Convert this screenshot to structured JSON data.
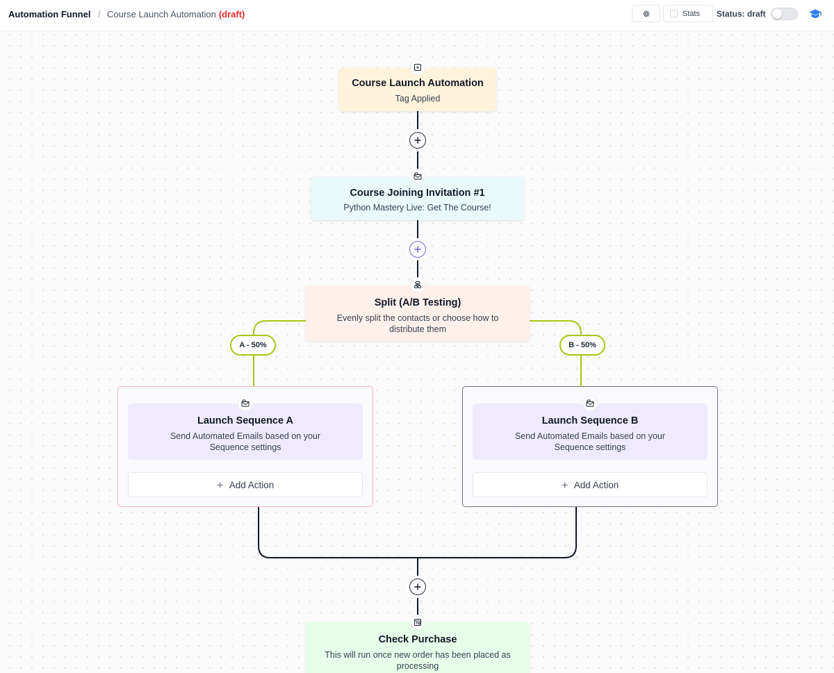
{
  "header": {
    "root_title": "Automation Funnel",
    "separator": "/",
    "page_title": "Course Launch Automation",
    "page_status": "(draft)",
    "stats_label": "Stats",
    "status_label": "Status: draft",
    "status_toggle_on": false
  },
  "icons": {
    "settings": "gear-icon",
    "help": "graduation-cap-icon",
    "trigger": "lightning-icon",
    "email": "envelope-icon",
    "split": "split-icon",
    "purchase": "receipt-icon",
    "add": "plus-icon"
  },
  "colors": {
    "accent_purple": "#7c5cf0",
    "draft_red": "#ef2b2b",
    "branch_green": "#a5c614",
    "trigger_bg": "#fff3dc",
    "email_bg": "#eafafb",
    "split_bg": "#fff0eb",
    "sequence_bg": "#efebfc",
    "check_bg": "#e6ffe9"
  },
  "flow": {
    "trigger": {
      "title": "Course Launch Automation",
      "subtitle": "Tag Applied"
    },
    "email": {
      "title": "Course Joining Invitation #1",
      "subtitle": "Python Mastery Live: Get The Course!"
    },
    "split": {
      "title": "Split (A/B Testing)",
      "subtitle": "Evenly split the contacts or choose how to distribute them"
    },
    "branches": [
      {
        "label": "A - 50%",
        "sequence_title": "Launch Sequence A",
        "sequence_subtitle": "Send Automated Emails based on your Sequence settings",
        "add_action": "Add Action"
      },
      {
        "label": "B - 50%",
        "sequence_title": "Launch Sequence B",
        "sequence_subtitle": "Send Automated Emails based on your Sequence settings",
        "add_action": "Add Action"
      }
    ],
    "check": {
      "title": "Check Purchase",
      "subtitle": "This will run once new order has been placed as processing"
    }
  }
}
